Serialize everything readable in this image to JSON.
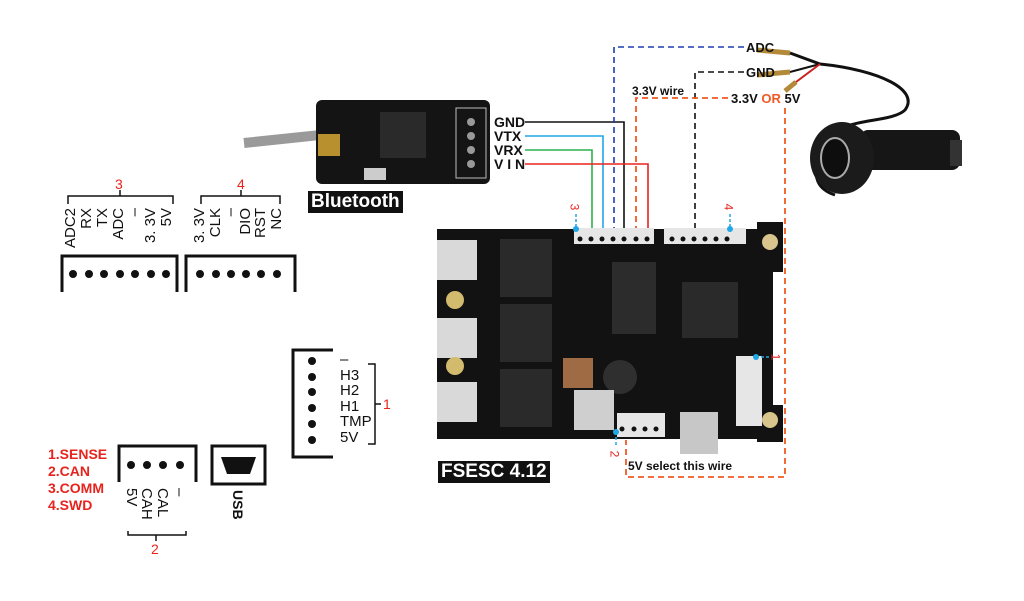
{
  "connector_3": {
    "number": "3",
    "pins": [
      "ADC2",
      "RX",
      "TX",
      "ADC",
      "–",
      "3. 3V",
      "5V"
    ]
  },
  "connector_4": {
    "number": "4",
    "pins": [
      "3. 3V",
      "CLK",
      "–",
      "DIO",
      "RST",
      "NC"
    ]
  },
  "connector_1": {
    "number": "1",
    "pins": [
      "–",
      "H3",
      "H2",
      "H1",
      "TMP",
      "5V"
    ]
  },
  "connector_2": {
    "number": "2",
    "pins": [
      "5V",
      "CAH",
      "CAL",
      "–"
    ]
  },
  "usb": {
    "label": "USB"
  },
  "legend": [
    "1.SENSE",
    "2.CAN",
    "3.COMM",
    "4.SWD"
  ],
  "bluetooth": {
    "title": "Bluetooth",
    "pins": [
      {
        "label": "GND",
        "color": "#111111"
      },
      {
        "label": "VTX",
        "color": "#1fa7e6"
      },
      {
        "label": "VRX",
        "color": "#2bb24c"
      },
      {
        "label": "V I N",
        "color": "#e8231d"
      }
    ]
  },
  "throttle": {
    "adc": "ADC",
    "gnd": "GND",
    "wire_33": "3.3V wire",
    "power_a": "3.3V",
    "power_or": "OR",
    "power_b": "5V",
    "colors": {
      "adc": "#1a3fb0",
      "gnd": "#111111",
      "power": "#f05a22"
    }
  },
  "board": {
    "title": "FSESC 4.12",
    "note": "5V select this wire",
    "callouts": [
      "3",
      "4",
      "1",
      "2"
    ]
  }
}
